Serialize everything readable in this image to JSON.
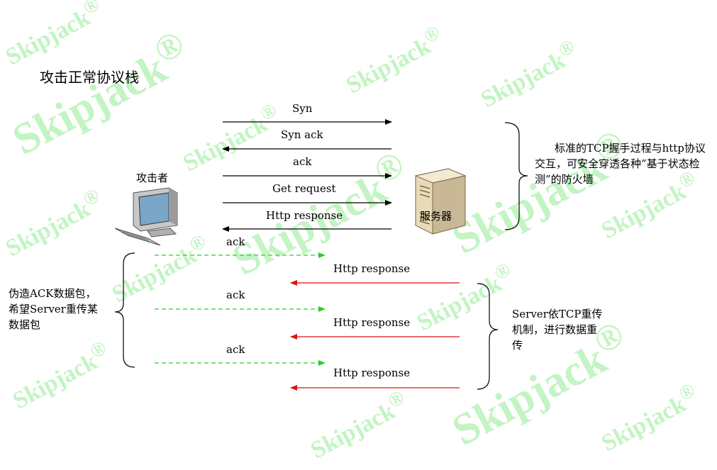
{
  "watermark": {
    "text": "Skipjack",
    "mark": "®"
  },
  "title": "攻击正常协议栈",
  "client_label": "攻击者",
  "server_label": "服务器",
  "handshake": {
    "messages": [
      {
        "label": "Syn",
        "direction": "to-server"
      },
      {
        "label": "Syn ack",
        "direction": "to-client"
      },
      {
        "label": "ack",
        "direction": "to-server"
      },
      {
        "label": "Get request",
        "direction": "to-server"
      },
      {
        "label": "Http response",
        "direction": "to-client"
      }
    ],
    "note": "标准的TCP握手过程与http协议交互，可安全穿透各种”基于状态检测”的防火墙"
  },
  "attack": {
    "messages": [
      {
        "label": "ack",
        "direction": "to-server",
        "style": "forged"
      },
      {
        "label": "Http response",
        "direction": "to-client",
        "style": "retransmit"
      },
      {
        "label": "ack",
        "direction": "to-server",
        "style": "forged"
      },
      {
        "label": "Http response",
        "direction": "to-client",
        "style": "retransmit"
      },
      {
        "label": "ack",
        "direction": "to-server",
        "style": "forged"
      },
      {
        "label": "Http response",
        "direction": "to-client",
        "style": "retransmit"
      }
    ],
    "left_note": "伪造ACK数据包，希望Server重传某数据包",
    "right_note": "Server依TCP重传机制，进行数据重传"
  },
  "colors": {
    "black_arrow": "#000000",
    "forged_ack": "#2ecc2e",
    "retransmit": "#e01010",
    "watermark": "#b9f3b9"
  }
}
